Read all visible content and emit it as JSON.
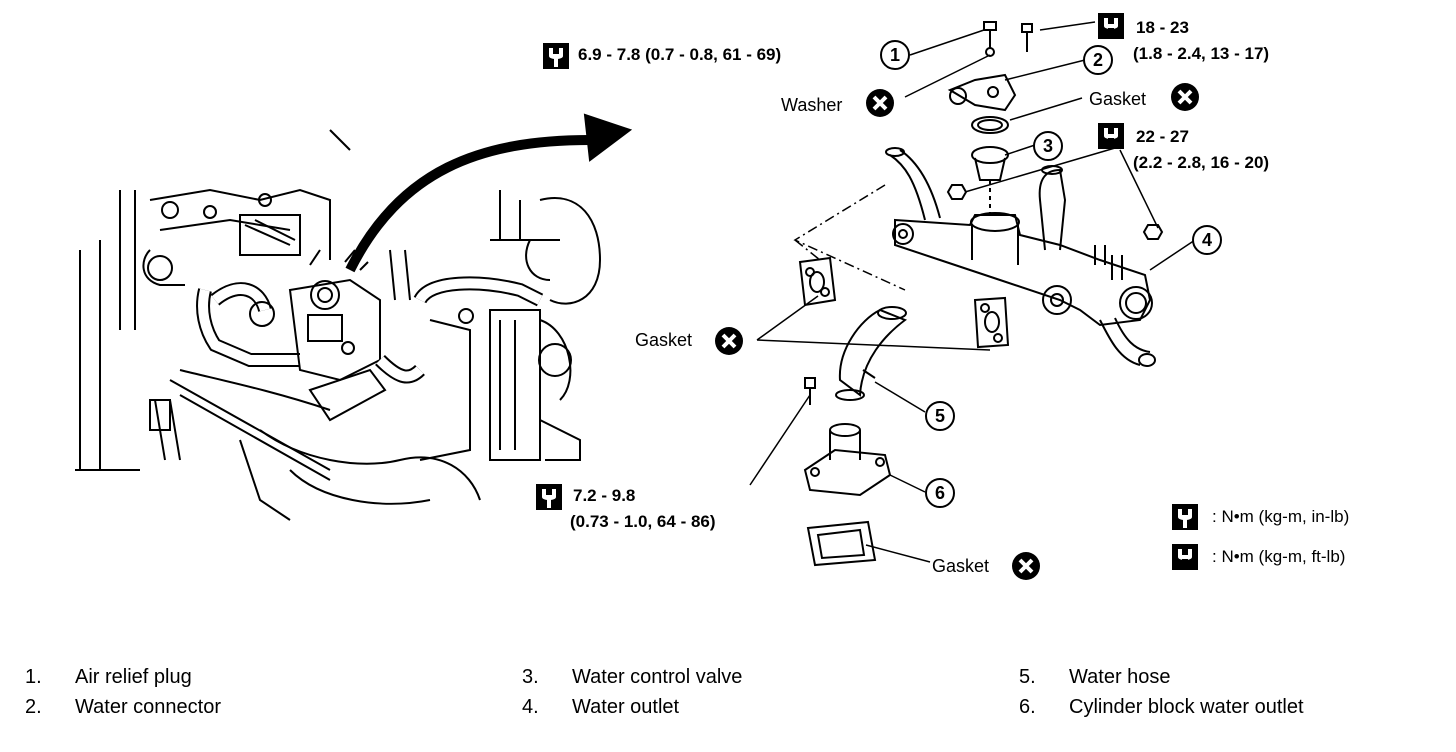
{
  "torque_specs": {
    "top_left": "6.9 - 7.8 (0.7 - 0.8, 61 - 69)",
    "top_right_line1": "18 - 23",
    "top_right_line2": "(1.8 - 2.4, 13 - 17)",
    "mid_right_line1": "22 - 27",
    "mid_right_line2": "(2.2 - 2.8, 16 - 20)",
    "bottom_line1": "7.2 - 9.8",
    "bottom_line2": "(0.73 - 1.0, 64 - 86)"
  },
  "labels": {
    "washer": "Washer",
    "gasket_upper": "Gasket",
    "gasket_left": "Gasket",
    "gasket_bottom": "Gasket"
  },
  "callouts": [
    "1",
    "2",
    "3",
    "4",
    "5",
    "6"
  ],
  "legend": {
    "in_lb": ": N•m (kg-m, in-lb)",
    "ft_lb": ": N•m (kg-m, ft-lb)"
  },
  "parts": [
    {
      "num": "1.",
      "name": "Air relief plug"
    },
    {
      "num": "2.",
      "name": "Water connector"
    },
    {
      "num": "3.",
      "name": "Water control valve"
    },
    {
      "num": "4.",
      "name": "Water outlet"
    },
    {
      "num": "5.",
      "name": "Water hose"
    },
    {
      "num": "6.",
      "name": "Cylinder block water outlet"
    }
  ],
  "icons": {
    "wrench_in_lb": "torque-wrench-in-lb-icon",
    "wrench_ft_lb": "torque-wrench-ft-lb-icon",
    "replace": "replace-part-x-icon"
  },
  "colors": {
    "ink": "#000000",
    "paper": "#ffffff"
  }
}
